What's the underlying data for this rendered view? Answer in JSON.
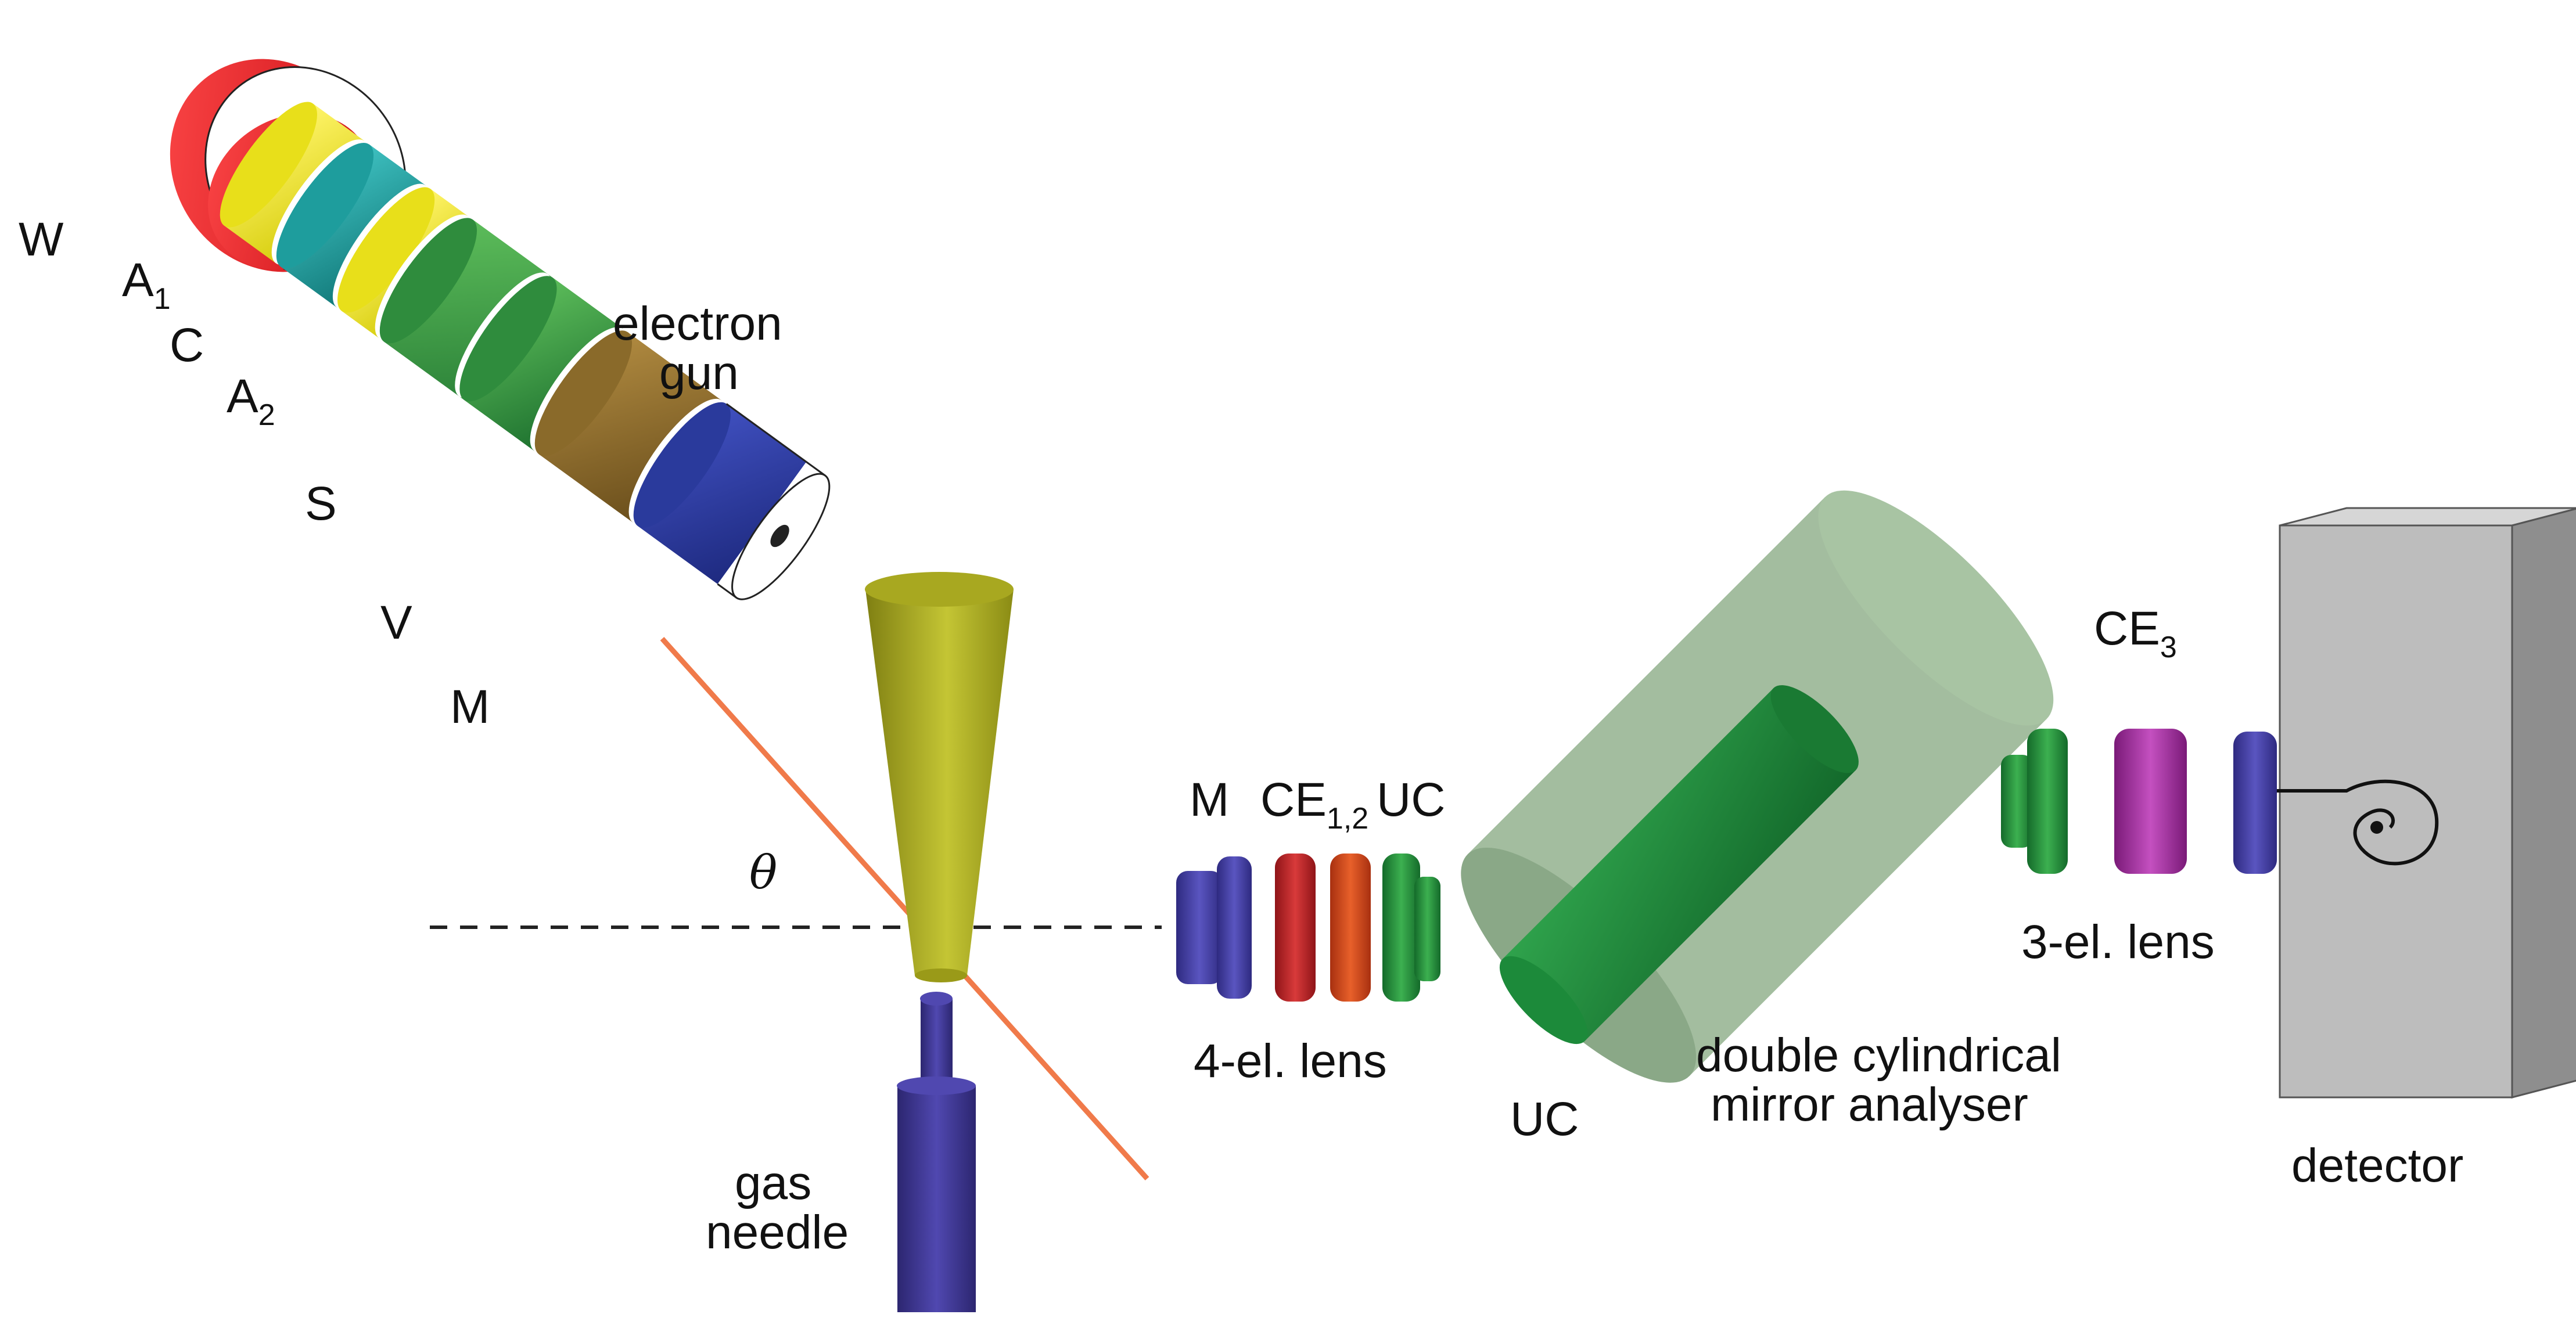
{
  "labels": {
    "electron_gun_line1": "electron",
    "electron_gun_line2": "gun",
    "W": "W",
    "A1": "A",
    "A1_sub": "1",
    "C": "C",
    "A2": "A",
    "A2_sub": "2",
    "S": "S",
    "V": "V",
    "M_gun": "M",
    "theta": "θ",
    "M_lens": "M",
    "CE12": "CE",
    "CE12_sub": "1,2",
    "UC_lens": "UC",
    "four_el_lens": "4-el. lens",
    "gas_needle_line1": "gas",
    "gas_needle_line2": "needle",
    "UC_analyser": "UC",
    "analyser_line1": "double cylindrical",
    "analyser_line2": "mirror analyser",
    "CE3": "CE",
    "CE3_sub": "3",
    "three_el_lens": "3-el. lens",
    "detector": "detector"
  },
  "colors": {
    "electrode_W": "#e3141c",
    "electrode_A1": "#e3141c",
    "electrode_C": "#f2ea1f",
    "electrode_A2": "#1b9a9a",
    "electrode_S": "#2e8f3e",
    "electrode_V": "#8a6a2a",
    "electrode_M": "#2a3a9c",
    "beam": "#f07a4a",
    "collimator_cone": "#a7a81c",
    "gas_needle": "#3c3592",
    "lens_M": "#3f3b9a",
    "lens_CE": "#c0262a",
    "lens_UC": "#1f8a3a",
    "analyser_outer": "#8fb08a",
    "analyser_inner": "#1e8a3c",
    "lens3_green": "#1e8a3c",
    "lens3_magenta": "#a02a9a",
    "lens3_blue": "#3a3a9c",
    "detector_body": "#bdbdbd"
  }
}
